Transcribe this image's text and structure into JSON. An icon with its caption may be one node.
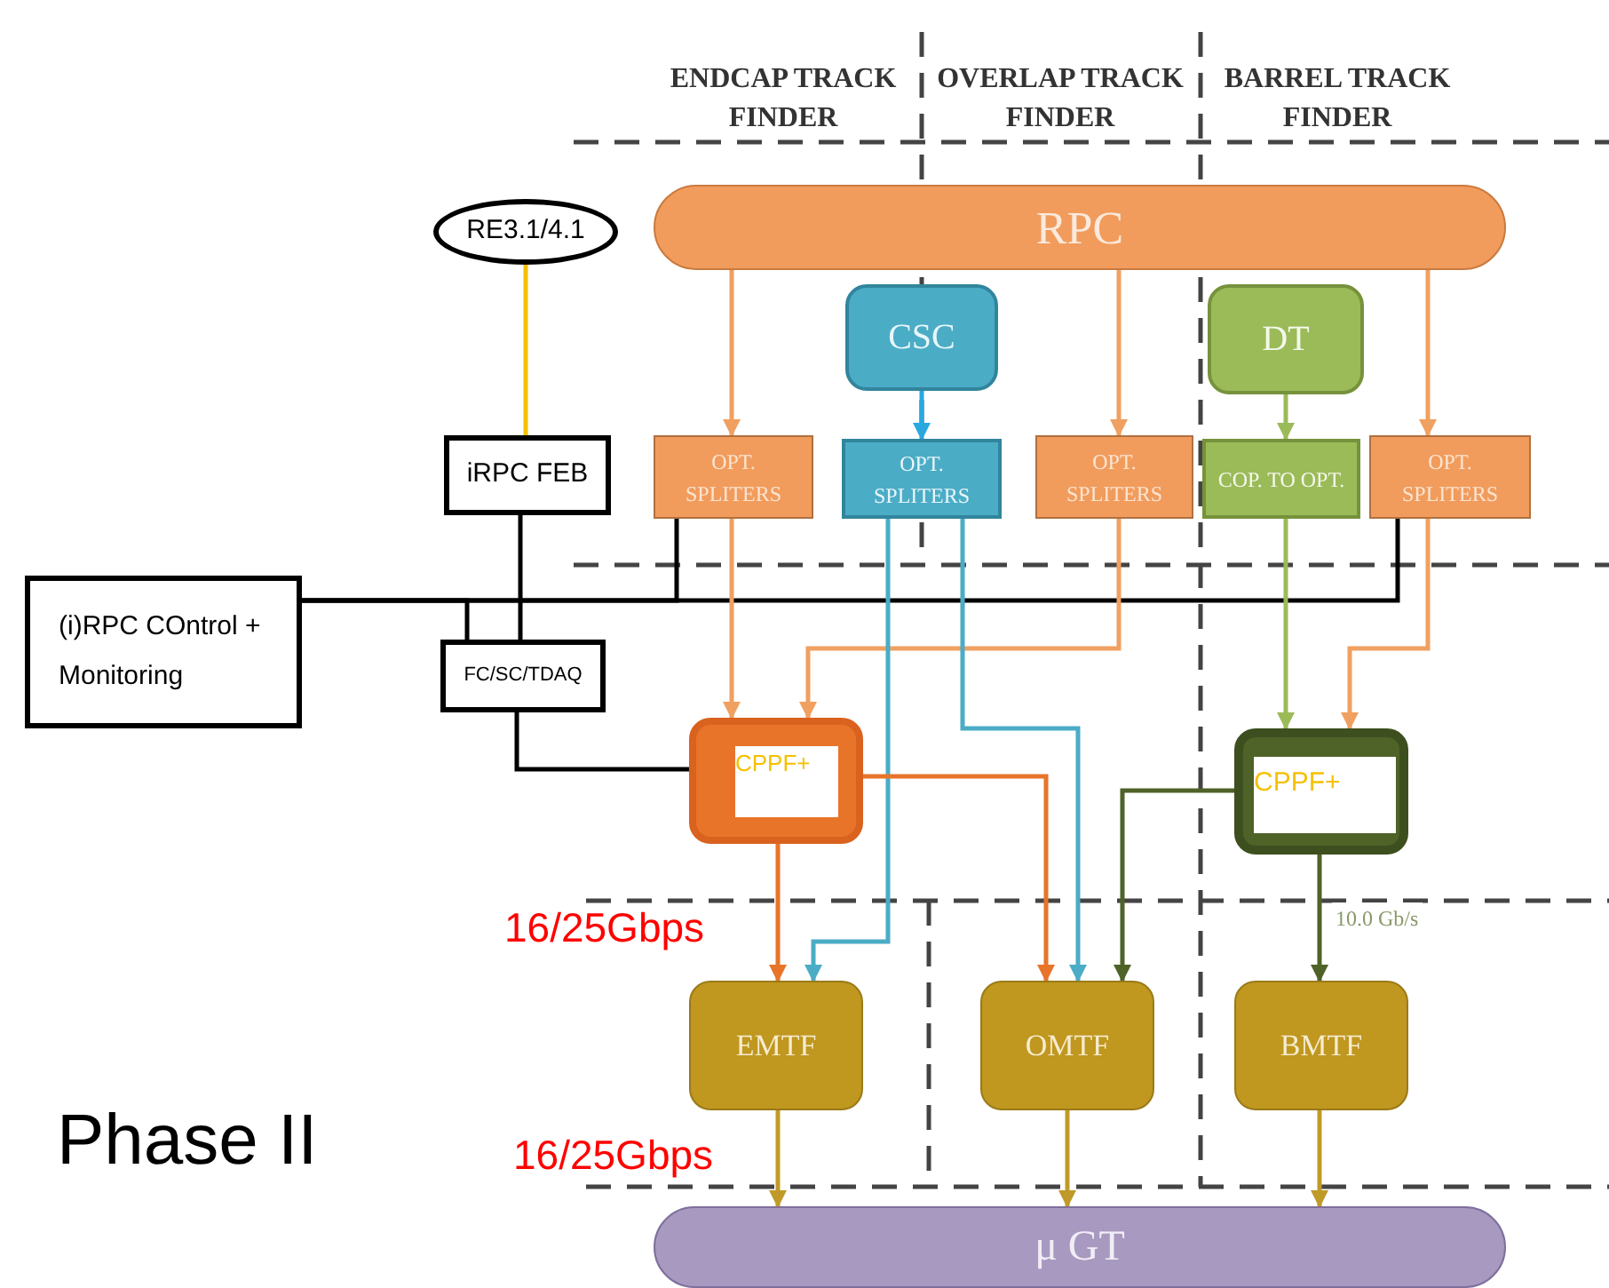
{
  "diagram": {
    "nodes": [
      {
        "text": [
          "RE3.1/4.1"
        ]
      },
      {
        "text": [
          "RPC"
        ]
      },
      {
        "text": [
          "CSC"
        ]
      },
      {
        "text": [
          "DT"
        ]
      },
      {
        "text": [
          "iRPC FEB"
        ]
      },
      {
        "text": [
          "OPT. SPLITERS"
        ]
      },
      {
        "text": [
          "OPT. SPLITERS"
        ]
      },
      {
        "text": [
          "OPT. SPLITERS"
        ]
      },
      {
        "text": [
          "COP. TO OPT."
        ]
      },
      {
        "text": [
          "OPT. SPLITERS"
        ]
      },
      {
        "text": [
          "(i)RPC COntrol + Monitoring"
        ]
      },
      {
        "text": [
          "FC/SC/TDAQ"
        ]
      },
      {
        "text": [
          "CPPF+"
        ]
      },
      {
        "text": [
          "CPPF+"
        ]
      },
      {
        "text": [
          "EMTF"
        ]
      },
      {
        "text": [
          "OMTF"
        ]
      },
      {
        "text": [
          "BMTF"
        ]
      },
      {
        "text": [
          "μ GT"
        ]
      }
    ],
    "edges": [
      {
        "from": 0,
        "to": 4,
        "arrow": "none",
        "color": "#f5c000"
      },
      {
        "from": 1,
        "to": 5,
        "arrow": "to"
      },
      {
        "from": 1,
        "to": 7,
        "arrow": "to"
      },
      {
        "from": 1,
        "to": 9,
        "arrow": "to"
      },
      {
        "from": 2,
        "to": 6,
        "arrow": "to",
        "color": "#29a8e0"
      },
      {
        "from": 3,
        "to": 8,
        "arrow": "to",
        "color": "#9bbb59"
      },
      {
        "from": 4,
        "to": 11,
        "arrow": "none",
        "color": "#000000"
      },
      {
        "from": 10,
        "to": 11,
        "arrow": "none",
        "color": "#000000"
      },
      {
        "from": 10,
        "to": 5,
        "arrow": "none",
        "color": "#000000"
      },
      {
        "from": 10,
        "to": 9,
        "arrow": "none",
        "color": "#000000"
      },
      {
        "from": 11,
        "to": 12,
        "arrow": "none",
        "color": "#000000"
      },
      {
        "from": 5,
        "to": 12,
        "arrow": "to"
      },
      {
        "from": 7,
        "to": 12,
        "arrow": "to"
      },
      {
        "from": 8,
        "to": 13,
        "arrow": "to",
        "color": "#9bbb59"
      },
      {
        "from": 9,
        "to": 13,
        "arrow": "to"
      },
      {
        "from": 6,
        "to": 14,
        "arrow": "to",
        "color": "#4bacc6"
      },
      {
        "from": 6,
        "to": 15,
        "arrow": "to",
        "color": "#4bacc6"
      },
      {
        "from": 12,
        "to": 14,
        "arrow": "to",
        "color": "#e8742a"
      },
      {
        "from": 12,
        "to": 15,
        "arrow": "to",
        "color": "#e8742a"
      },
      {
        "from": 13,
        "to": 15,
        "arrow": "to",
        "color": "#4f6228"
      },
      {
        "from": 13,
        "to": 16,
        "arrow": "to",
        "color": "#4f6228",
        "label": "10.0 Gb/s"
      },
      {
        "from": 14,
        "to": 17,
        "arrow": "to",
        "color": "#c09a28"
      },
      {
        "from": 15,
        "to": 17,
        "arrow": "to",
        "color": "#c09a28"
      },
      {
        "from": 16,
        "to": 17,
        "arrow": "to",
        "color": "#c09a28"
      }
    ],
    "labels": [
      "ENDCAP TRACK FINDER",
      "OVERLAP TRACK FINDER",
      "BARREL TRACK FINDER",
      "16/25Gbps",
      "16/25Gbps",
      "Phase II"
    ]
  }
}
